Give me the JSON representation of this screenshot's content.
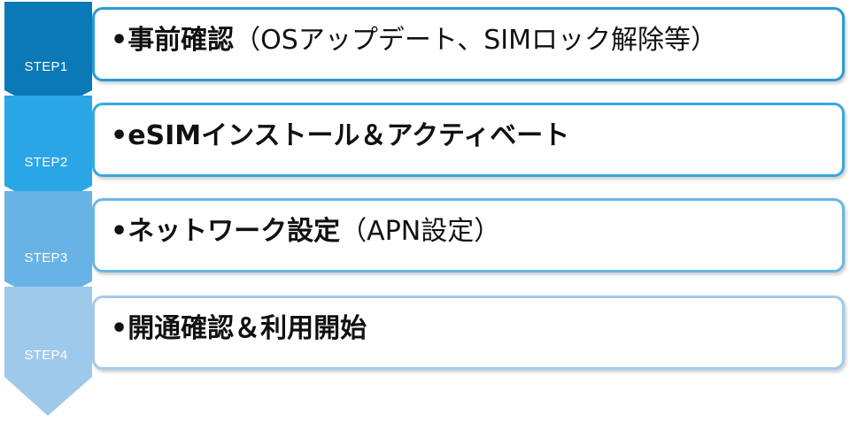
{
  "steps": [
    {
      "label": "STEP1",
      "bullet": "•",
      "title_bold": "事前確認",
      "title_note": "（OSアップデート、SIMロック解除等）",
      "color": "#0b78b7",
      "border_color": "#2a9bd3"
    },
    {
      "label": "STEP2",
      "bullet": "•",
      "title_bold": "eSIMインストール＆アクティベート",
      "title_note": "",
      "color": "#2aa6e6",
      "border_color": "#36a8e2"
    },
    {
      "label": "STEP3",
      "bullet": "•",
      "title_bold": "ネットワーク設定",
      "title_note": "（APN設定）",
      "color": "#68b3e6",
      "border_color": "#6ab6e6"
    },
    {
      "label": "STEP4",
      "bullet": "•",
      "title_bold": "開通確認＆利用開始",
      "title_note": "",
      "color": "#9fc9ea",
      "border_color": "#a3caea"
    }
  ]
}
